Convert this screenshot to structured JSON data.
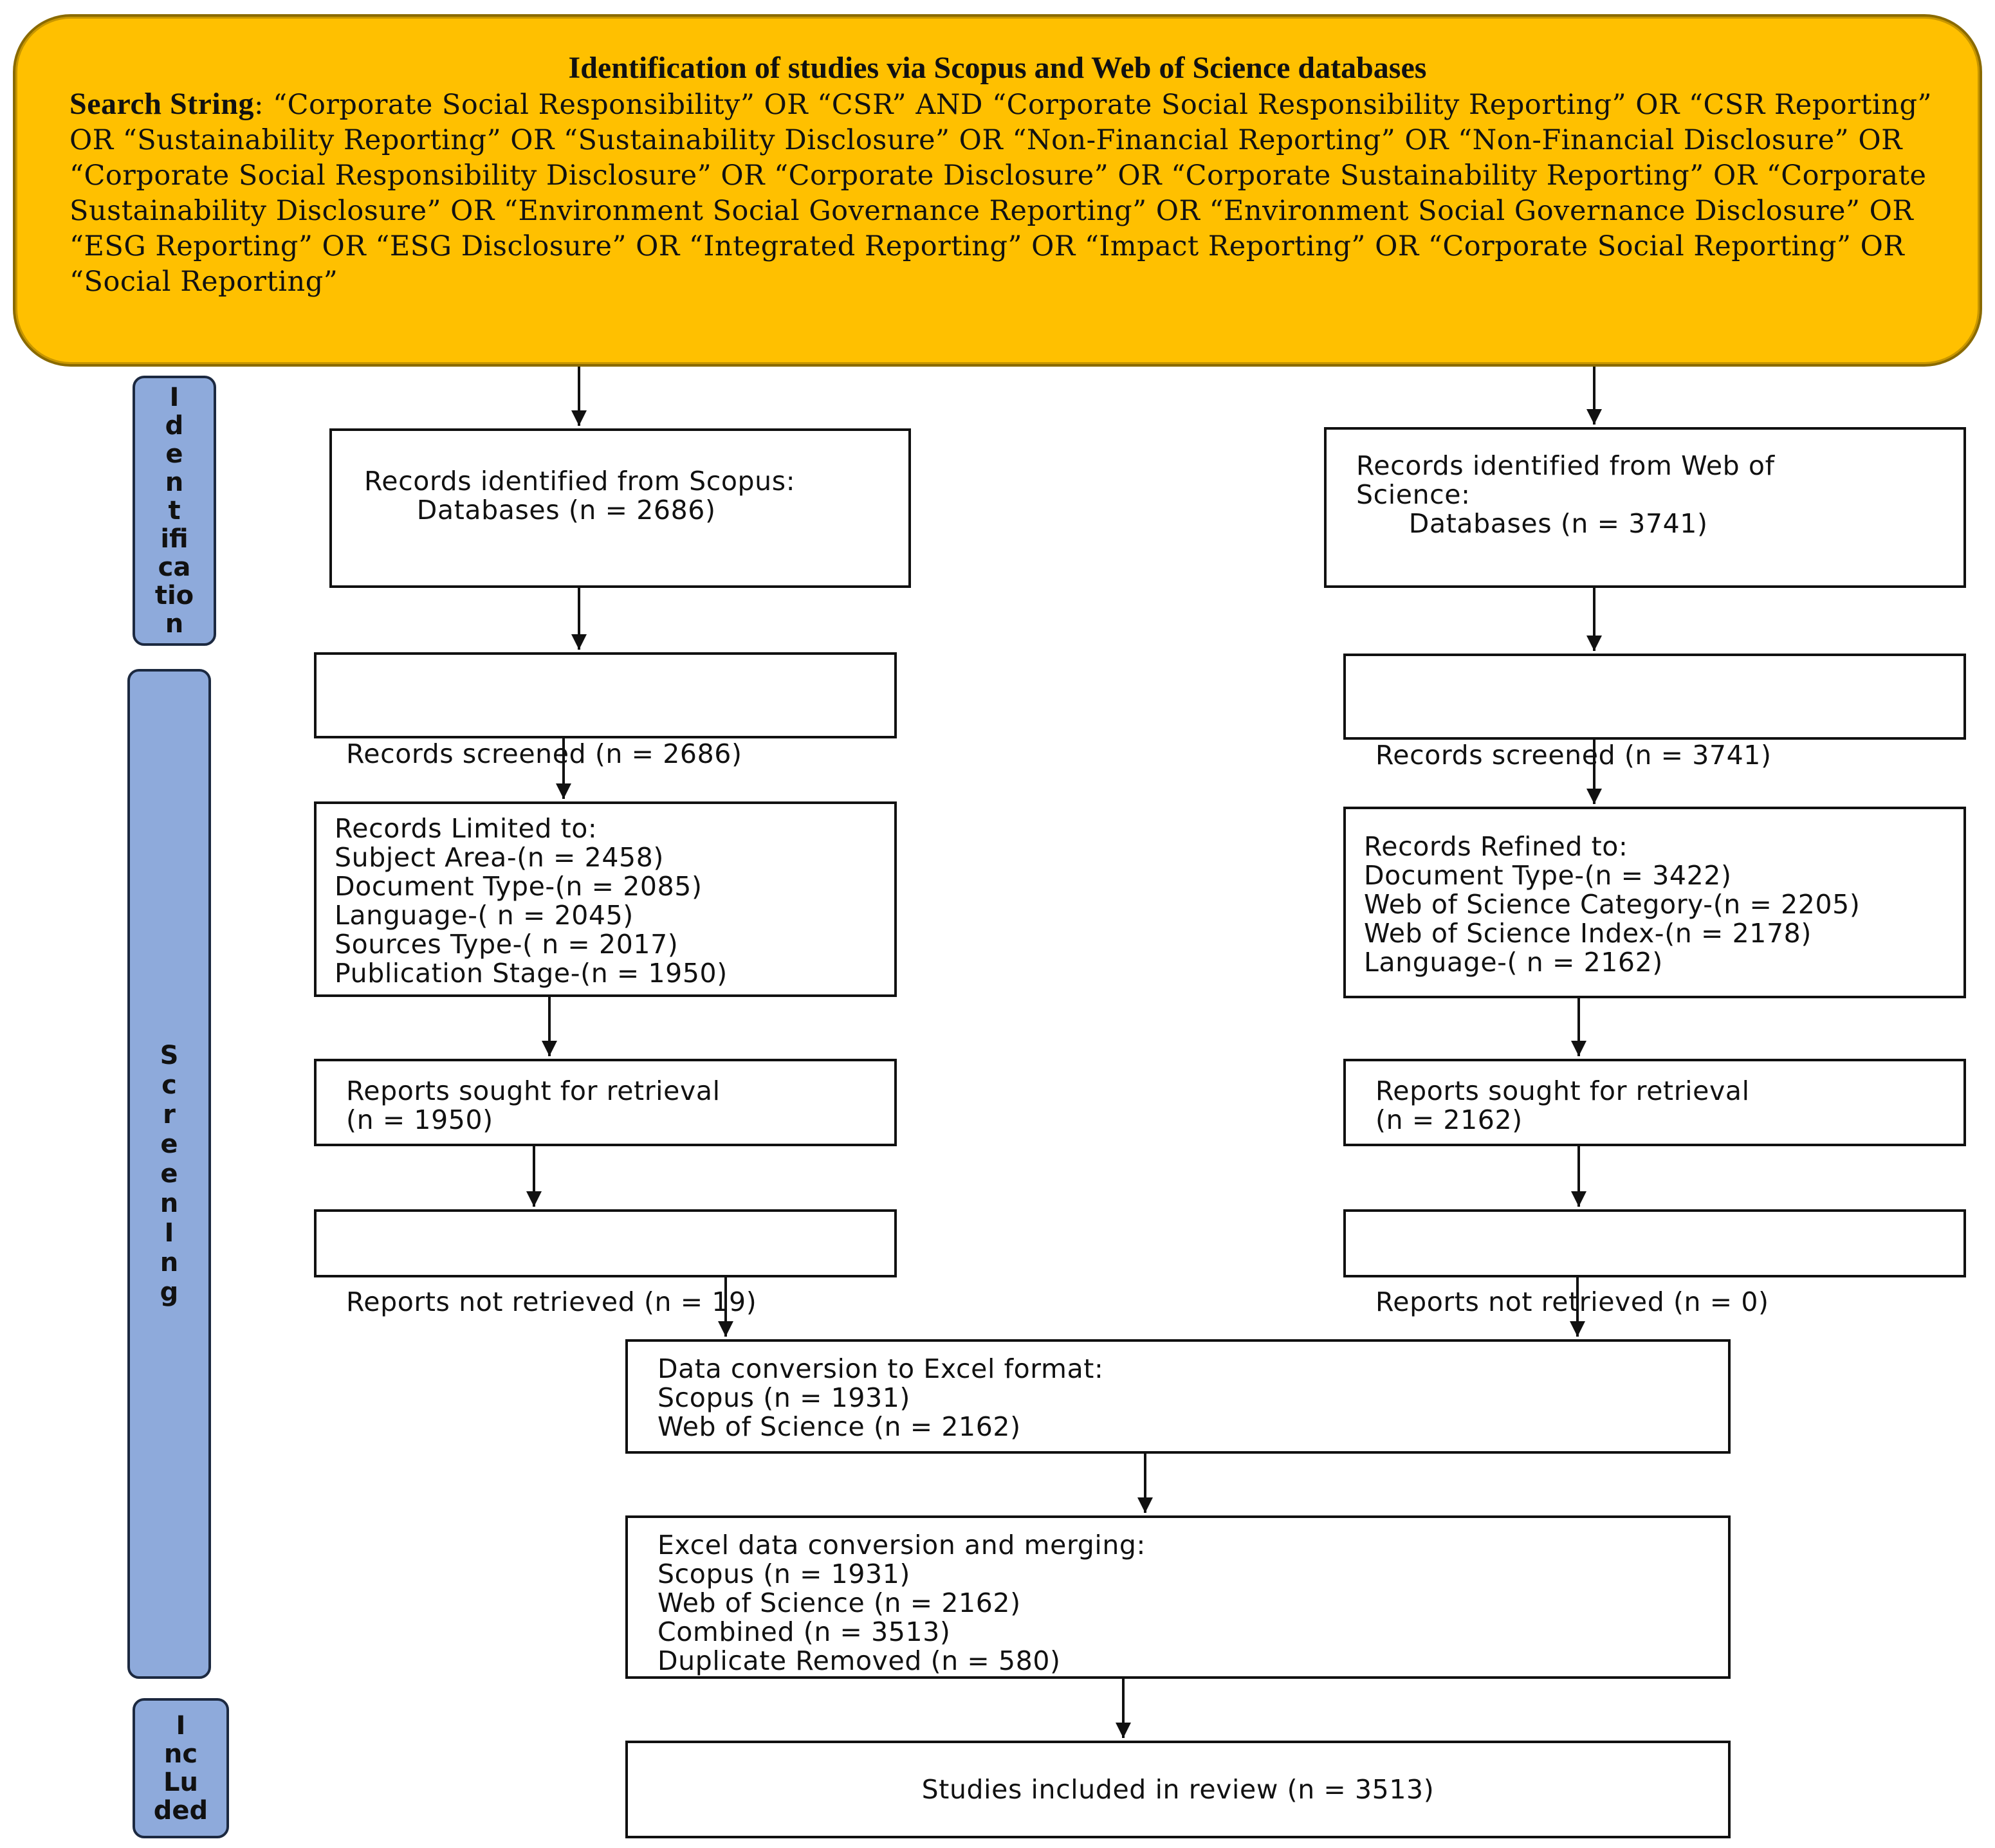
{
  "colors": {
    "header_fill": "#FFC000",
    "phase_fill": "#8EAADB",
    "box_border": "#111111"
  },
  "header": {
    "title": "Identification of studies via Scopus and Web of Science databases",
    "search_label": "Search String",
    "search_string": ": “Corporate Social Responsibility” OR “CSR” AND “Corporate Social Responsibility Reporting” OR “CSR Reporting” OR “Sustainability Reporting” OR “Sustainability Disclosure” OR “Non-Financial Reporting” OR “Non-Financial Disclosure” OR “Corporate Social Responsibility Disclosure” OR “Corporate Disclosure” OR “Corporate Sustainability Reporting” OR “Corporate Sustainability Disclosure” OR “Environment Social Governance Reporting” OR “Environment Social Governance Disclosure” OR “ESG Reporting” OR “ESG Disclosure” OR “Integrated Reporting” OR “Impact Reporting” OR “Corporate Social Reporting” OR “Social Reporting”"
  },
  "phases": {
    "identification": [
      "I",
      "d",
      "e",
      "n",
      "t",
      "ifi",
      "ca",
      "tio",
      "n"
    ],
    "screening": [
      "S",
      "c",
      "r",
      "e",
      "e",
      "n",
      "I",
      "n",
      "g"
    ],
    "included": [
      "I",
      "nc",
      "Lu",
      "ded"
    ]
  },
  "scopus": {
    "identified": [
      "Records identified from Scopus:",
      "      Databases (n = 2686)"
    ],
    "screened": "Records screened (n = 2686)",
    "limited": [
      "Records Limited to:",
      "Subject Area-(n = 2458)",
      "Document Type-(n = 2085)",
      "Language-( n = 2045)",
      "Sources Type-( n = 2017)",
      "Publication Stage-(n = 1950)"
    ],
    "sought": [
      "Reports sought for retrieval",
      "(n = 1950)"
    ],
    "not_retrieved": "Reports not retrieved (n = 19)"
  },
  "wos": {
    "identified": [
      "Records identified from Web of",
      "Science:",
      "      Databases (n = 3741)"
    ],
    "screened": "Records screened (n = 3741)",
    "refined": [
      "Records Refined to:",
      "Document Type-(n = 3422)",
      "Web of Science Category-(n = 2205)",
      "Web of Science Index-(n = 2178)",
      "Language-( n = 2162)"
    ],
    "sought": [
      "Reports sought for retrieval",
      "(n = 2162)"
    ],
    "not_retrieved": "Reports not retrieved (n = 0)"
  },
  "conversion": [
    "Data conversion to Excel format:",
    "Scopus (n = 1931)",
    "Web of Science (n = 2162)"
  ],
  "merging": [
    "Excel data conversion and merging:",
    "Scopus (n = 1931)",
    "Web of Science (n = 2162)",
    "Combined (n = 3513)",
    "Duplicate Removed (n = 580)"
  ],
  "included_text": "Studies included in review (n = 3513)"
}
